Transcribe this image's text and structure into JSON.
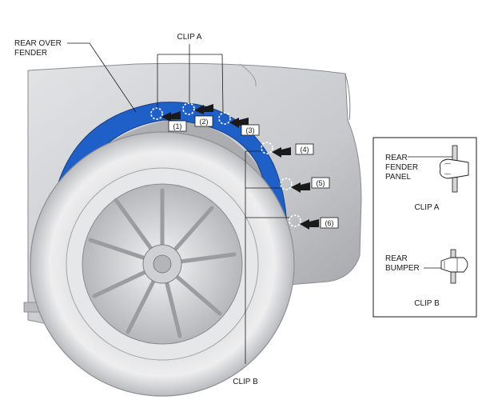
{
  "callouts": {
    "rear_over_fender": [
      "REAR OVER",
      "FENDER"
    ],
    "clip_a": "CLIP A",
    "clip_b": "CLIP B"
  },
  "steps": [
    "(1)",
    "(2)",
    "(3)",
    "(4)",
    "(5)",
    "(6)"
  ],
  "inset": {
    "fender_panel_label": [
      "REAR",
      "FENDER",
      "PANEL"
    ],
    "clip_a_caption": "CLIP A",
    "bumper_label": [
      "REAR",
      "BUMPER"
    ],
    "clip_b_caption": "CLIP B"
  },
  "colors": {
    "over_fender": "#1f5fc8",
    "arrow": "#1a1a1a",
    "body_panel": "#c8cacd"
  }
}
